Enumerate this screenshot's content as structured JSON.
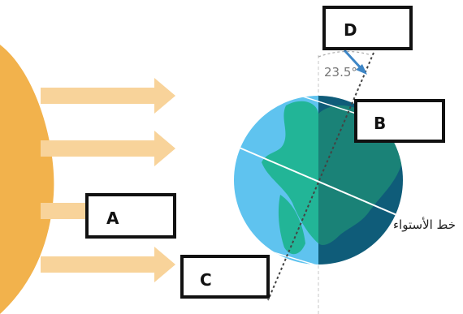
{
  "labels": {
    "a": "A",
    "b": "B",
    "c": "C",
    "d": "D"
  },
  "angle_label": "23.5°",
  "equator_label": "خط الأستواء",
  "colors": {
    "sun": "#f2b24c",
    "rays": "#f8d39a",
    "ocean_day": "#5fc3ef",
    "ocean_night": "#0f5c79",
    "land_day": "#22b597",
    "land_night": "#1a8277",
    "axis": "#444444",
    "arrow": "#3e86c6"
  },
  "icons": {
    "sun": "sun-icon",
    "earth": "earth-globe-icon",
    "pointer": "arrow-icon"
  }
}
